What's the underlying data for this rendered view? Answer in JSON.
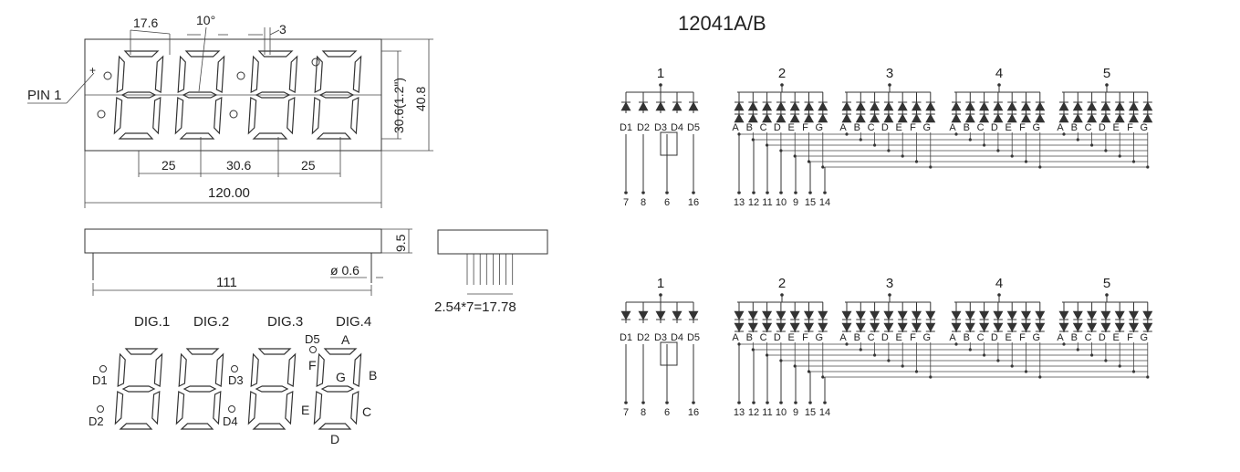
{
  "title": "12041A/B",
  "dimensions": {
    "d17_6": "17.6",
    "d10": "10°",
    "d3": "3",
    "pin1": "PIN 1",
    "d30_6_1_2": "30.6(1.2\")",
    "d40_8": "40.8",
    "d25a": "25",
    "d30_6": "30.6",
    "d25b": "25",
    "d120": "120.00",
    "d9_5": "9.5",
    "d0_6": "ø 0.6",
    "d111": "111",
    "pitch": "2.54*7=17.78"
  },
  "digit_labels": [
    "DIG.1",
    "DIG.2",
    "DIG.3",
    "DIG.4"
  ],
  "segment_labels": {
    "A": "A",
    "B": "B",
    "C": "C",
    "D": "D",
    "E": "E",
    "F": "F",
    "G": "G",
    "D1": "D1",
    "D2": "D2",
    "D3": "D3",
    "D4": "D4",
    "D5": "D5"
  },
  "schematic": {
    "groups": [
      "1",
      "2",
      "3",
      "4",
      "5"
    ],
    "dot_labels": [
      "D1",
      "D2",
      "D3",
      "D4",
      "D5"
    ],
    "seg_letters": [
      "A",
      "B",
      "C",
      "D",
      "E",
      "F",
      "G"
    ],
    "left_pins": [
      "7",
      "8",
      "6",
      "16"
    ],
    "right_pins": [
      "13",
      "12",
      "11",
      "10",
      "9",
      "15",
      "14"
    ]
  }
}
